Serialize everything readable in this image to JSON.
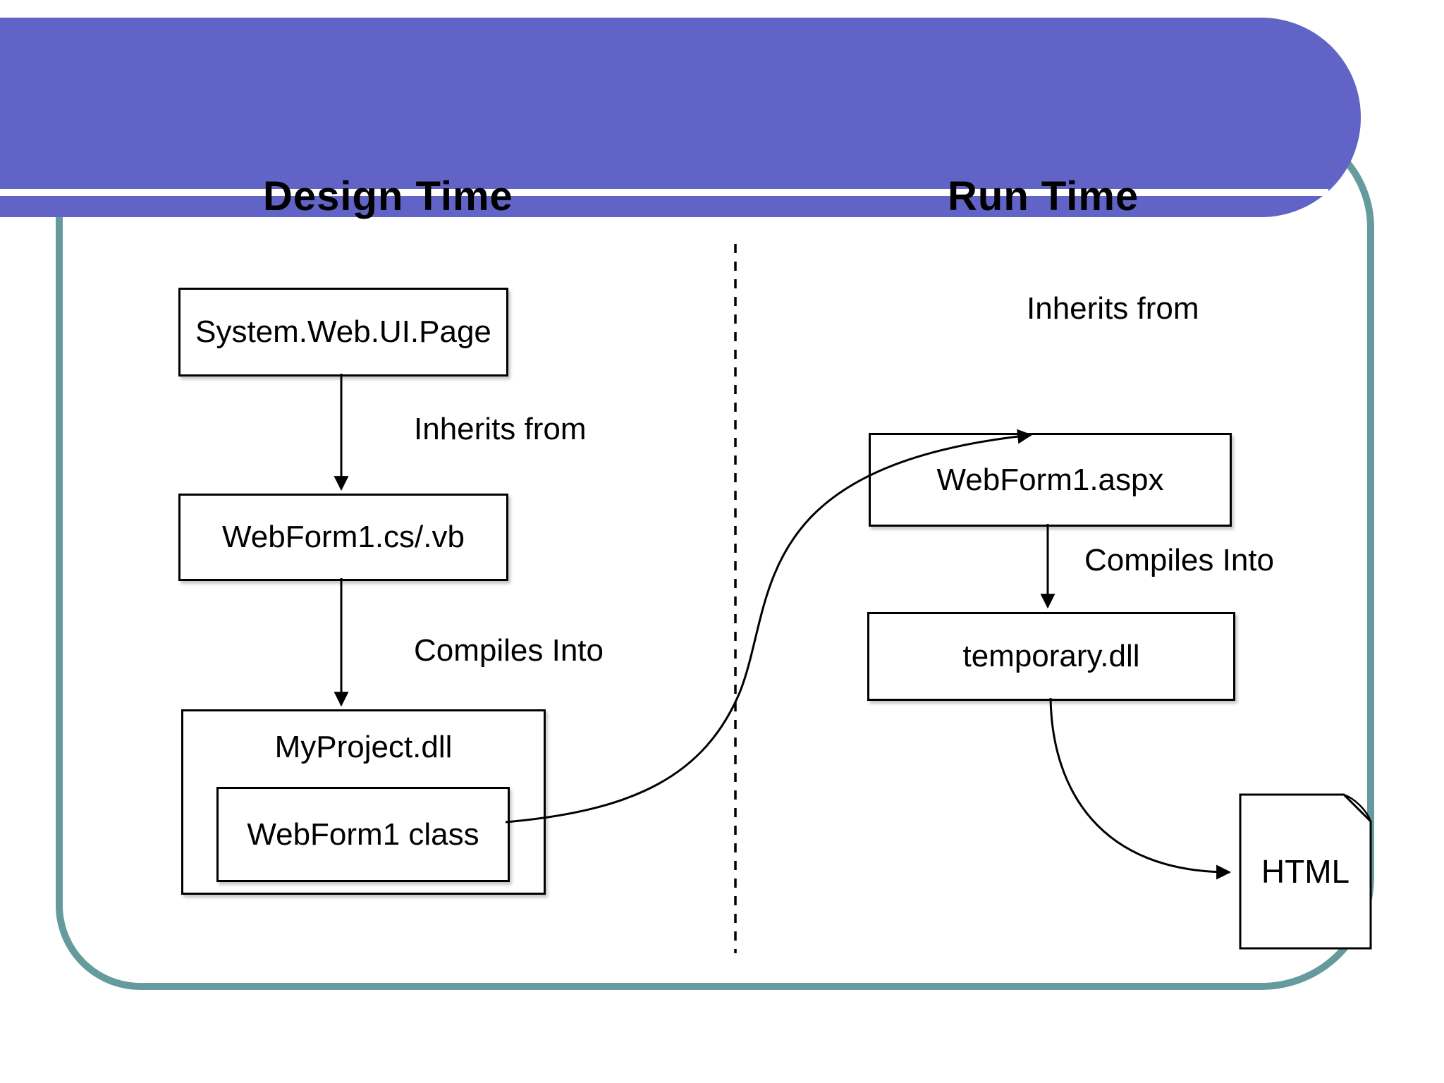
{
  "slide": {
    "titles": {
      "design": "Design Time",
      "run": "Run Time"
    },
    "colors": {
      "banner_purple": "#6164c6",
      "frame_teal": "#669b9d",
      "connector_black": "#000000",
      "box_fill": "#ffffff"
    },
    "design_time": {
      "box_page": "System.Web.UI.Page",
      "inherits_label": "Inherits from",
      "box_code": "WebForm1.cs/.vb",
      "compiles_label": "Compiles Into",
      "box_assembly": "MyProject.dll",
      "box_class": "WebForm1 class"
    },
    "run_time": {
      "inherits_label": "Inherits from",
      "box_aspx": "WebForm1.aspx",
      "compiles_label": "Compiles Into",
      "box_dll": "temporary.dll",
      "doc_label": "HTML"
    },
    "icons": {
      "html_document_icon": "page-with-folded-corner"
    }
  }
}
